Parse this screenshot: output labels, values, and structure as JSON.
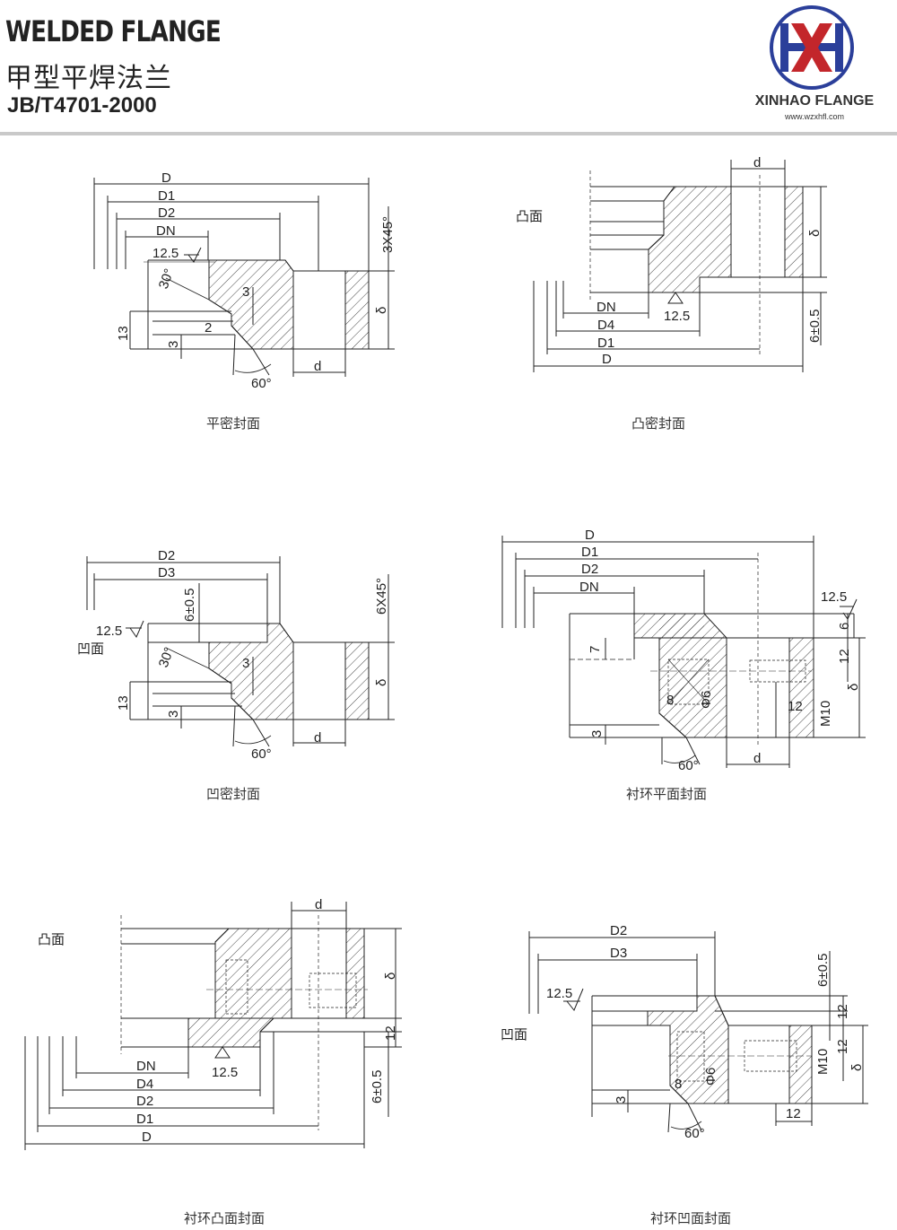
{
  "header": {
    "title_en": "WELDED FLANGE",
    "title_cn": "甲型平焊法兰",
    "standard": "JB/T4701-2000",
    "brand": "XINHAO FLANGE",
    "url": "www.wzxhfl.com",
    "logo_text": "XH",
    "accent_blue": "#2b3f9a",
    "accent_red": "#c3262b"
  },
  "captions": {
    "d1": "平密封面",
    "d2": "凸密封面",
    "d3": "凹密封面",
    "d4": "衬环平面封面",
    "d5": "衬环凸面封面",
    "d6": "衬环凹面封面"
  },
  "labels": {
    "D": "D",
    "D1": "D1",
    "D2": "D2",
    "D3": "D3",
    "D4": "D4",
    "DN": "DN",
    "d": "d",
    "delta": "δ",
    "r125": "12.5",
    "a30": "30°",
    "a60": "60°",
    "n3": "3",
    "n2": "2",
    "n13": "13",
    "n7": "7",
    "n6": "6",
    "n12": "12",
    "n8": "8",
    "phi6": "Φ6",
    "m10": "M10",
    "c3x45": "3X45°",
    "c6x45": "6X45°",
    "t6": "6±0.5",
    "convex": "凸面",
    "concave": "凹面"
  }
}
